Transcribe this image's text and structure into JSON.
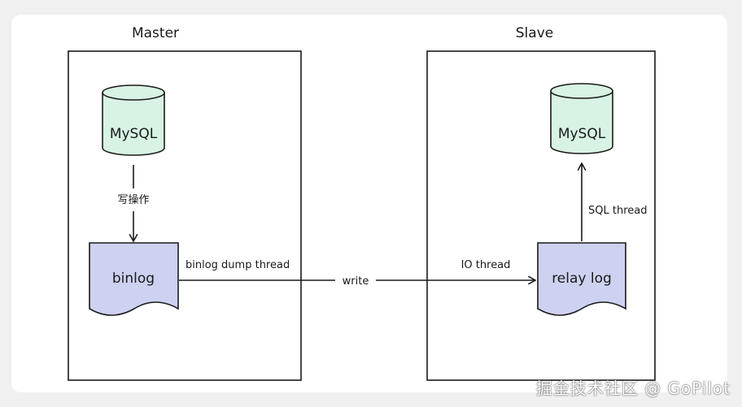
{
  "diagram": {
    "master": {
      "title": "Master",
      "db_label": "MySQL",
      "log_label": "binlog",
      "write_op_label": "写操作"
    },
    "slave": {
      "title": "Slave",
      "db_label": "MySQL",
      "log_label": "relay log"
    },
    "edges": {
      "dump_thread_label": "binlog dump thread",
      "write_label": "write",
      "io_thread_label": "IO thread",
      "sql_thread_label": "SQL thread"
    },
    "colors": {
      "db_fill": "#d8f3e3",
      "log_fill": "#cdd2f0",
      "stroke": "#1a1a1a"
    }
  },
  "watermark": "掘金技术社区 @ GoPilot"
}
